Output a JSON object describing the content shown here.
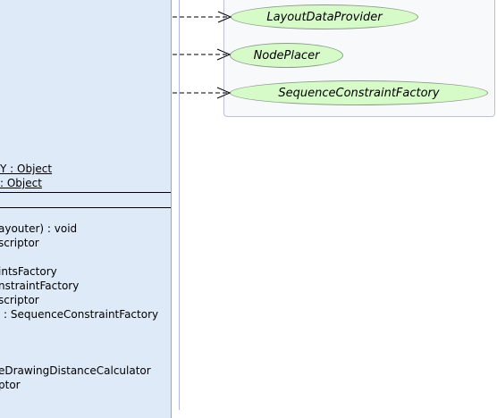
{
  "class_box": {
    "attributes": [
      "Y : Object",
      ": Object"
    ],
    "methods": [
      "ayouter) : void",
      "scriptor",
      "intsFactory",
      "nstraintFactory",
      "scriptor",
      ": SequenceConstraintFactory",
      "eDrawingDistanceCalculator",
      "ptor"
    ]
  },
  "interfaces": [
    "LayoutDataProvider",
    "NodePlacer",
    "SequenceConstraintFactory"
  ],
  "colors": {
    "class_fill": "#dfeaf9",
    "interface_fill": "#d6fbc9",
    "group_fill": "#f8f9fb"
  }
}
